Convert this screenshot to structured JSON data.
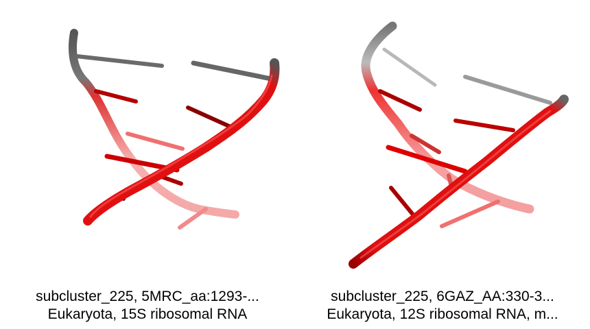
{
  "panels": [
    {
      "caption_line1": "subcluster_225, 5MRC_aa:1293-...",
      "caption_line2": "Eukaryota, 15S ribosomal RNA"
    },
    {
      "caption_line1": "subcluster_225, 6GAZ_AA:330-3...",
      "caption_line2": "Eukaryota, 12S ribosomal RNA, m..."
    }
  ],
  "colors": {
    "strand_red": "#e01010",
    "strand_dark_red": "#8a0000",
    "strand_gray": "#555555",
    "strand_light_gray": "#bbbbbb",
    "background": "#ffffff"
  }
}
